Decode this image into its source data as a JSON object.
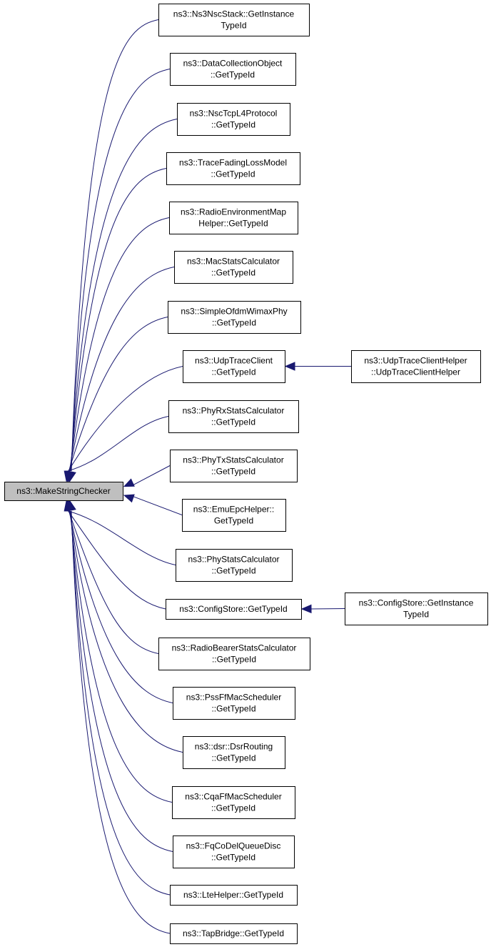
{
  "diagram": {
    "type": "caller-graph",
    "colors": {
      "edge": "#191970",
      "root_fill": "#bfbfbf",
      "node_fill": "#ffffff",
      "border": "#000000"
    },
    "nodes": [
      {
        "id": "root",
        "lines": [
          "ns3::MakeStringChecker"
        ],
        "root": true
      },
      {
        "id": "n1",
        "lines": [
          "ns3::Ns3NscStack::GetInstance",
          "TypeId"
        ]
      },
      {
        "id": "n2",
        "lines": [
          "ns3::DataCollectionObject",
          "::GetTypeId"
        ]
      },
      {
        "id": "n3",
        "lines": [
          "ns3::NscTcpL4Protocol",
          "::GetTypeId"
        ]
      },
      {
        "id": "n4",
        "lines": [
          "ns3::TraceFadingLossModel",
          "::GetTypeId"
        ]
      },
      {
        "id": "n5",
        "lines": [
          "ns3::RadioEnvironmentMap",
          "Helper::GetTypeId"
        ]
      },
      {
        "id": "n6",
        "lines": [
          "ns3::MacStatsCalculator",
          "::GetTypeId"
        ]
      },
      {
        "id": "n7",
        "lines": [
          "ns3::SimpleOfdmWimaxPhy",
          "::GetTypeId"
        ]
      },
      {
        "id": "n8",
        "lines": [
          "ns3::UdpTraceClient",
          "::GetTypeId"
        ]
      },
      {
        "id": "n8a",
        "lines": [
          "ns3::UdpTraceClientHelper",
          "::UdpTraceClientHelper"
        ]
      },
      {
        "id": "n9",
        "lines": [
          "ns3::PhyRxStatsCalculator",
          "::GetTypeId"
        ]
      },
      {
        "id": "n10",
        "lines": [
          "ns3::PhyTxStatsCalculator",
          "::GetTypeId"
        ]
      },
      {
        "id": "n11",
        "lines": [
          "ns3::EmuEpcHelper::",
          "GetTypeId"
        ]
      },
      {
        "id": "n12",
        "lines": [
          "ns3::PhyStatsCalculator",
          "::GetTypeId"
        ]
      },
      {
        "id": "n13",
        "lines": [
          "ns3::ConfigStore::GetTypeId"
        ]
      },
      {
        "id": "n13a",
        "lines": [
          "ns3::ConfigStore::GetInstance",
          "TypeId"
        ]
      },
      {
        "id": "n14",
        "lines": [
          "ns3::RadioBearerStatsCalculator",
          "::GetTypeId"
        ]
      },
      {
        "id": "n15",
        "lines": [
          "ns3::PssFfMacScheduler",
          "::GetTypeId"
        ]
      },
      {
        "id": "n16",
        "lines": [
          "ns3::dsr::DsrRouting",
          "::GetTypeId"
        ]
      },
      {
        "id": "n17",
        "lines": [
          "ns3::CqaFfMacScheduler",
          "::GetTypeId"
        ]
      },
      {
        "id": "n18",
        "lines": [
          "ns3::FqCoDelQueueDisc",
          "::GetTypeId"
        ]
      },
      {
        "id": "n19",
        "lines": [
          "ns3::LteHelper::GetTypeId"
        ]
      },
      {
        "id": "n20",
        "lines": [
          "ns3::TapBridge::GetTypeId"
        ]
      }
    ],
    "edges": [
      {
        "from": "n1",
        "to": "root"
      },
      {
        "from": "n2",
        "to": "root"
      },
      {
        "from": "n3",
        "to": "root"
      },
      {
        "from": "n4",
        "to": "root"
      },
      {
        "from": "n5",
        "to": "root"
      },
      {
        "from": "n6",
        "to": "root"
      },
      {
        "from": "n7",
        "to": "root"
      },
      {
        "from": "n8",
        "to": "root"
      },
      {
        "from": "n9",
        "to": "root"
      },
      {
        "from": "n10",
        "to": "root"
      },
      {
        "from": "n11",
        "to": "root"
      },
      {
        "from": "n12",
        "to": "root"
      },
      {
        "from": "n13",
        "to": "root"
      },
      {
        "from": "n14",
        "to": "root"
      },
      {
        "from": "n15",
        "to": "root"
      },
      {
        "from": "n16",
        "to": "root"
      },
      {
        "from": "n17",
        "to": "root"
      },
      {
        "from": "n18",
        "to": "root"
      },
      {
        "from": "n19",
        "to": "root"
      },
      {
        "from": "n20",
        "to": "root"
      },
      {
        "from": "n8a",
        "to": "n8"
      },
      {
        "from": "n13a",
        "to": "n13"
      }
    ]
  }
}
